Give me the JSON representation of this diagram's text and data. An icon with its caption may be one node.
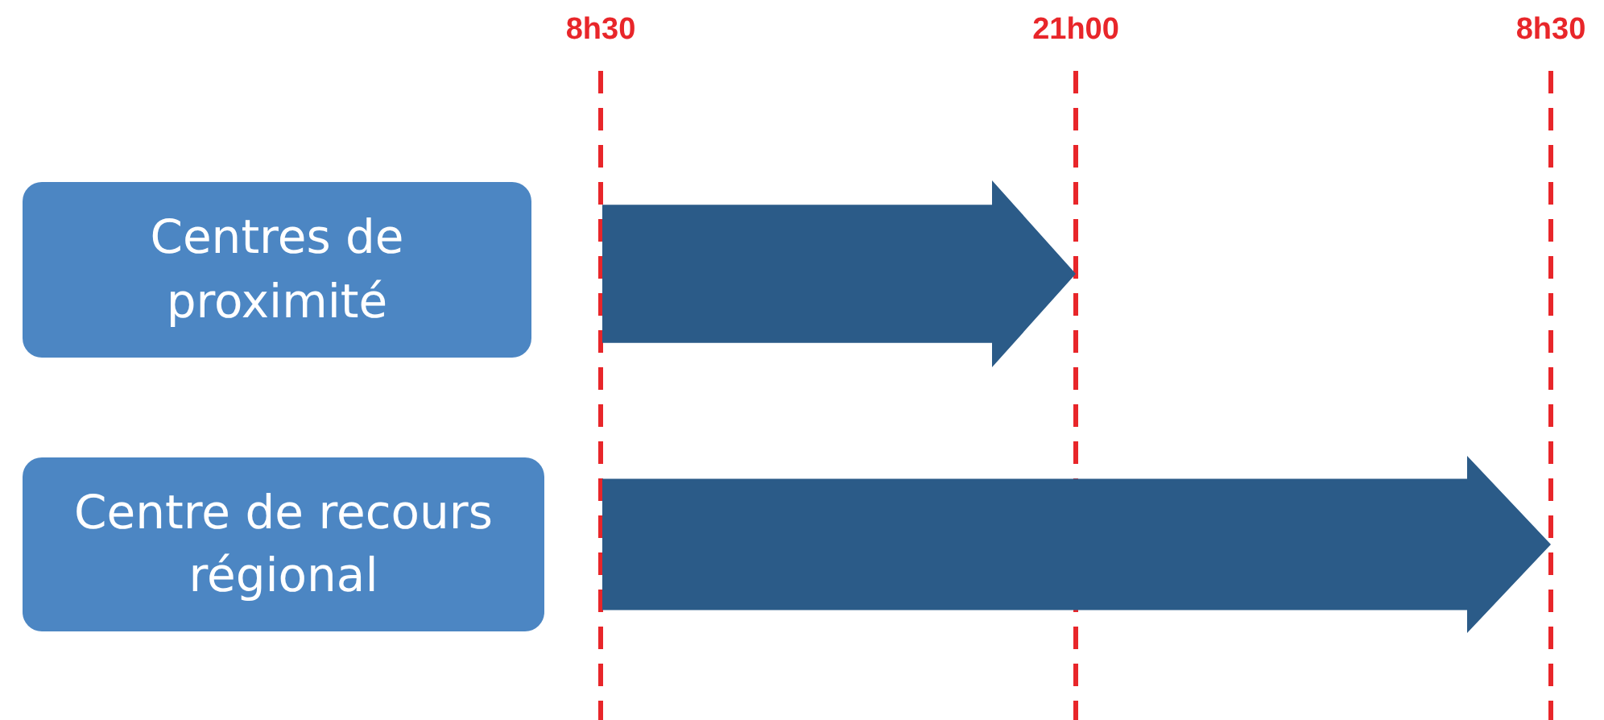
{
  "diagram": {
    "nodes": [
      {
        "text": [
          "Centres de proximité"
        ]
      },
      {
        "text": [],
        "shape": "arrow"
      },
      {
        "text": [
          "Centre de recours régional"
        ]
      },
      {
        "text": [],
        "shape": "arrow"
      }
    ],
    "labels": [
      "8h30",
      "21h00",
      "8h30"
    ]
  }
}
